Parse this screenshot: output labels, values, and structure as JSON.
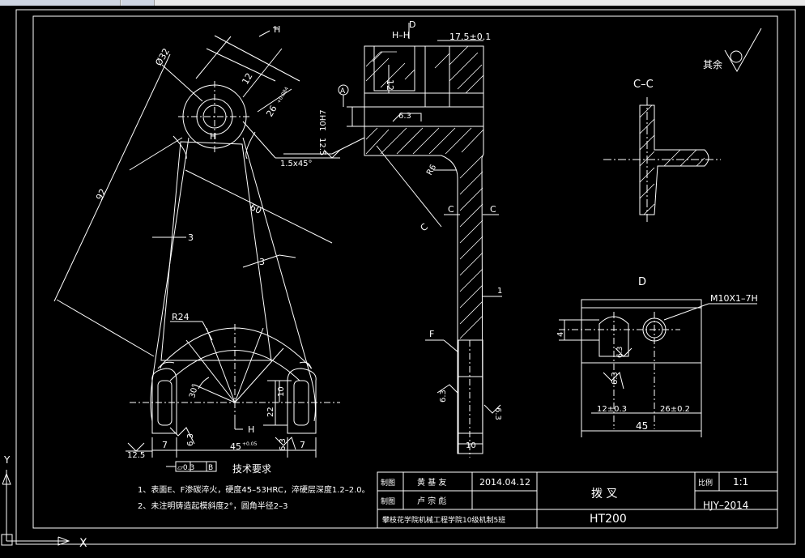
{
  "colors": {
    "background": "#000000",
    "lines": "#ffffff",
    "ucs": "#ffffff",
    "top_strip": "#e8e8e8"
  },
  "labels": {
    "H_top": "H",
    "D_mark": "D",
    "HH_section": "H–H",
    "dim_17_5": "17.5±0.1",
    "other_rough": "其余",
    "CC_title": "C–C",
    "D_view_title": "D",
    "M10_thread": "M10X1–7H",
    "dim_32": "Ø32",
    "dim_12_top": "12",
    "dim_26": "26",
    "dim_26_tol": "+0.084",
    "H_mid": "H",
    "chamfer": "1.5x45°",
    "dim_12_vert": "12",
    "datum_A": "A",
    "dim_10H7": "10H7",
    "rough_6_3": "6.3",
    "rough_12_5_left": "12.5",
    "R6": "R6",
    "dim_92": "92",
    "dim_60": "60",
    "dim_3_a": "3",
    "dim_3_b": "3",
    "C_left": "C",
    "C_right": "C",
    "C_diag": "C",
    "dim_1": "1",
    "F_mark": "F",
    "R24": "R24",
    "angle_30": "30°",
    "dim_10_small": "10",
    "dim_22": "22",
    "H_bottom": "H",
    "rough_6_3_b": "6.3",
    "rough_6_3_c": "6.3",
    "dim_7_left": "7",
    "dim_45_main": "45",
    "dim_45_tol": "+0.05",
    "dim_7_right": "7",
    "rough_12_5_bottom": "12.5",
    "flatness": "▱0.3",
    "datum_B": "B",
    "rough_6_3_d": "6.3",
    "rough_6_3_e": "6.3",
    "dim_10_bottom": "10",
    "dim_4": "4",
    "rough_6_3_f": "6.3",
    "rough_6_3_g": "6.3",
    "dim_12_03": "12±0.3",
    "dim_26_02": "26±0.2",
    "dim_45_D": "45",
    "axis_Y": "Y",
    "axis_X": "X"
  },
  "tech_requirements": {
    "title": "技术要求",
    "line1": "1、表面E、F渗碳淬火，硬度45–53HRC，淬硬层深度1.2–2.0。",
    "line2": "2、未注明铸造起模斜度2°，圆角半径2–3"
  },
  "title_block": {
    "row1_label": "制图",
    "row1_name": "黄 基 友",
    "row1_date": "2014.04.12",
    "row2_label": "制图",
    "row2_name": "卢 宗 彪",
    "part_name": "拨 叉",
    "scale_label": "比例",
    "scale_value": "1:1",
    "drawing_no": "HJY–2014",
    "school": "攀枝花学院机械工程学院10级机制5班",
    "material": "HT200"
  }
}
